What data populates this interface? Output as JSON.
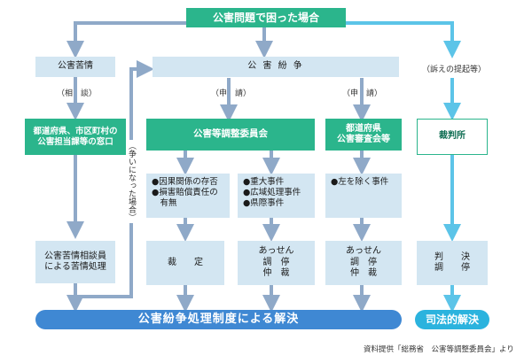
{
  "top_title": "公害問題で困った場合",
  "kougai_kujo": "公害苦情",
  "kougai_funso": "公 害 紛 争",
  "sodan": "（相　談）",
  "shinsei1": "（申　請）",
  "shinsei2": "（申　請）",
  "sosho": "（訴えの提起等）",
  "madoguchi": [
    "都道府県、市区町村の",
    "公害担当課等の窓口"
  ],
  "arasoi": "（争いになった場合）",
  "chosei_iinkai": "公害等調整委員会",
  "shinsakai": [
    "都道府県",
    "公害審査会等"
  ],
  "saibansho": "裁判所",
  "list1": [
    "●因果関係の存否",
    "●損害賠償責任の",
    "　有無"
  ],
  "list2": [
    "●重大事件",
    "●広域処理事件",
    "●県際事件"
  ],
  "list3": [
    "●左を除く事件"
  ],
  "kujo_shori": [
    "公害苦情相談員",
    "による苦情処理"
  ],
  "saitei": "裁　　定",
  "assen1": [
    "あっせん",
    "調　停",
    "仲　裁"
  ],
  "assen2": [
    "あっせん",
    "調　停",
    "仲　裁"
  ],
  "hanketsu": [
    "判　　決",
    "調　　停"
  ],
  "bottom_main": "公害紛争処理制度による解決",
  "bottom_judicial": "司法的解決",
  "credit": "資料提供「総務省　公害等調整委員会」より",
  "colors": {
    "green": "#2bb58c",
    "light_blue_box": "#d3e6f2",
    "arrow_gray_blue": "#8fa9c8",
    "arrow_cyan": "#5cc4e8",
    "bottom_blue": "#3f88d3",
    "bottom_cyan": "#2bb3de"
  }
}
